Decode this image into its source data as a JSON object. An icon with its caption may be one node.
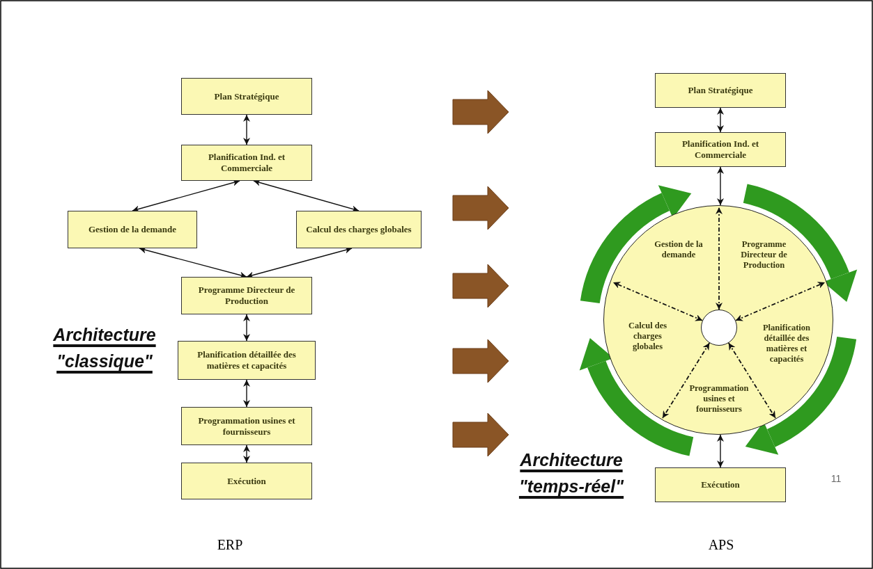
{
  "diagram": {
    "nodes": [
      {
        "text": [
          "Plan Stratégique"
        ]
      },
      {
        "text": [
          "Planification Ind. et Commerciale"
        ]
      },
      {
        "text": [
          "Gestion de la demande"
        ]
      },
      {
        "text": [
          "Calcul des charges globales"
        ]
      },
      {
        "text": [
          "Programme Directeur de Production"
        ]
      },
      {
        "text": [
          "Planification détaillée des matières et capacités"
        ]
      },
      {
        "text": [
          "Programmation usines et fournisseurs"
        ]
      },
      {
        "text": [
          "Exécution"
        ]
      },
      {
        "text": [
          "Plan Stratégique"
        ]
      },
      {
        "text": [
          "Planification Ind. et Commerciale"
        ]
      },
      {
        "text": [],
        "shape": "circle"
      },
      {
        "text": [
          "Gestion de la demande"
        ],
        "in": 10
      },
      {
        "text": [
          "Programme Directeur de Production"
        ],
        "in": 10
      },
      {
        "text": [
          "Calcul des charges globales"
        ],
        "in": 10
      },
      {
        "text": [
          "Planification détaillée des matières et capacités"
        ],
        "in": 10
      },
      {
        "text": [
          "Programmation usines et fournisseurs"
        ],
        "in": 10
      },
      {
        "text": [],
        "shape": "circle",
        "in": 10
      },
      {
        "text": [
          "Exécution"
        ]
      }
    ],
    "edges": [
      {
        "from": 0,
        "to": 1,
        "arrow": "both"
      },
      {
        "from": 1,
        "to": 2,
        "arrow": "both"
      },
      {
        "from": 1,
        "to": 3,
        "arrow": "both"
      },
      {
        "from": 2,
        "to": 4,
        "arrow": "both"
      },
      {
        "from": 3,
        "to": 4,
        "arrow": "both"
      },
      {
        "from": 4,
        "to": 5,
        "arrow": "both"
      },
      {
        "from": 5,
        "to": 6,
        "arrow": "both"
      },
      {
        "from": 6,
        "to": 7,
        "arrow": "both"
      },
      {
        "from": 8,
        "to": 9,
        "arrow": "both"
      },
      {
        "from": 9,
        "to": 10,
        "arrow": "both"
      },
      {
        "from": 16,
        "to": null,
        "arrow": "both",
        "style": "dashed"
      },
      {
        "from": 16,
        "to": null,
        "arrow": "both",
        "style": "dashed"
      },
      {
        "from": 16,
        "to": null,
        "arrow": "both",
        "style": "dashed"
      },
      {
        "from": 16,
        "to": null,
        "arrow": "both",
        "style": "dashed"
      },
      {
        "from": 16,
        "to": null,
        "arrow": "both",
        "style": "dashed"
      },
      {
        "from": 10,
        "to": 17,
        "arrow": "both"
      }
    ],
    "labels": [
      "Architecture \"classique\"",
      "Architecture \"temps-réel\"",
      "11",
      "ERP",
      "APS"
    ]
  }
}
